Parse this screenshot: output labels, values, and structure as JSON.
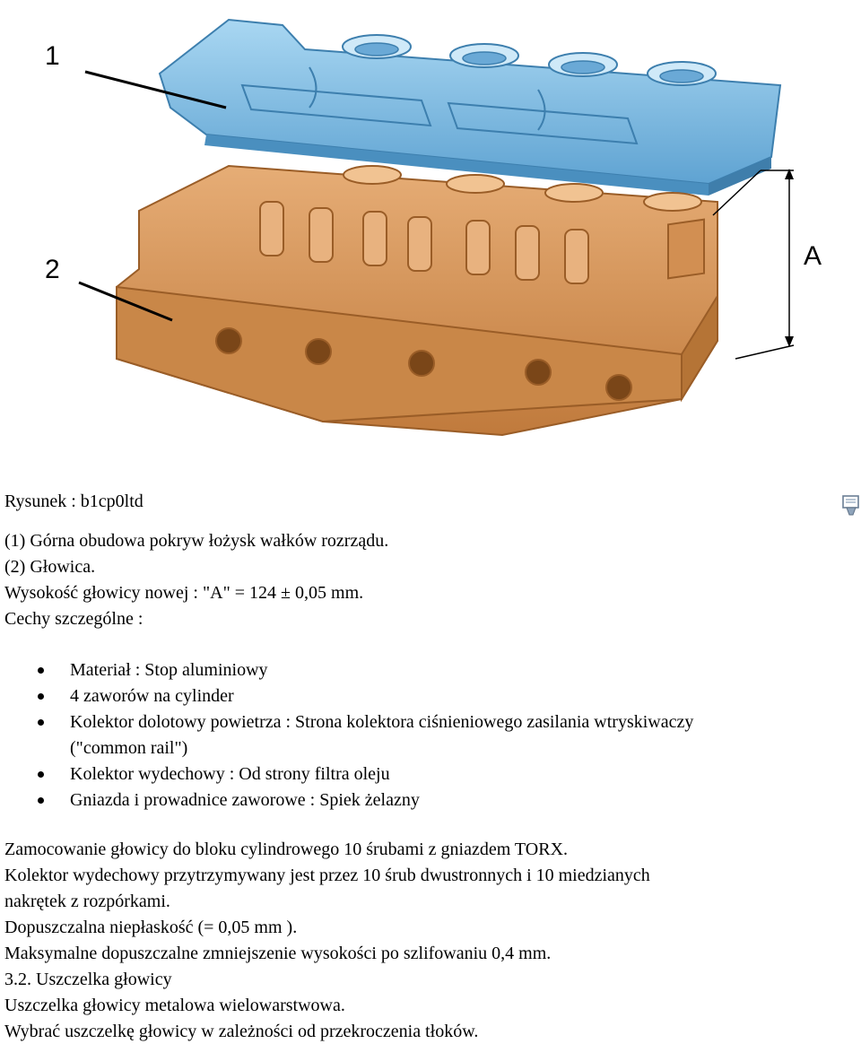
{
  "figure": {
    "callouts": [
      "1",
      "2"
    ],
    "dimension_label": "A",
    "colors": {
      "cover": "#7dbde3",
      "cover_dark": "#4a8fbf",
      "head": "#d8965a",
      "head_dark": "#a5662e",
      "lines": "#000000"
    }
  },
  "caption": "Rysunek : b1cp0ltd",
  "icon": "print-icon",
  "legend": [
    "(1) Górna obudowa pokryw łożysk wałków rozrządu.",
    "(2) Głowica.",
    "Wysokość głowicy nowej : \"A\" = 124 ± 0,05 mm.",
    "Cechy szczególne :"
  ],
  "features": [
    "Materiał : Stop aluminiowy",
    "4 zaworów na cylinder",
    "Kolektor dolotowy powietrza : Strona kolektora ciśnieniowego zasilania wtryskiwaczy",
    "(\"common rail\")",
    "Kolektor wydechowy : Od strony filtra oleju",
    "Gniazda i prowadnice zaworowe : Spiek żelazny"
  ],
  "notes": [
    "Zamocowanie głowicy do bloku cylindrowego 10 śrubami z gniazdem TORX.",
    "Kolektor wydechowy przytrzymywany jest przez 10 śrub dwustronnych i 10 miedzianych",
    "nakrętek z rozpórkami.",
    "Dopuszczalna niepłaskość (= 0,05 mm ).",
    "Maksymalne dopuszczalne zmniejszenie wysokości po szlifowaniu 0,4 mm.",
    "3.2. Uszczelka głowicy",
    "Uszczelka głowicy metalowa wielowarstwowa.",
    "Wybrać uszczelkę głowicy w zależności od przekroczenia tłoków."
  ]
}
